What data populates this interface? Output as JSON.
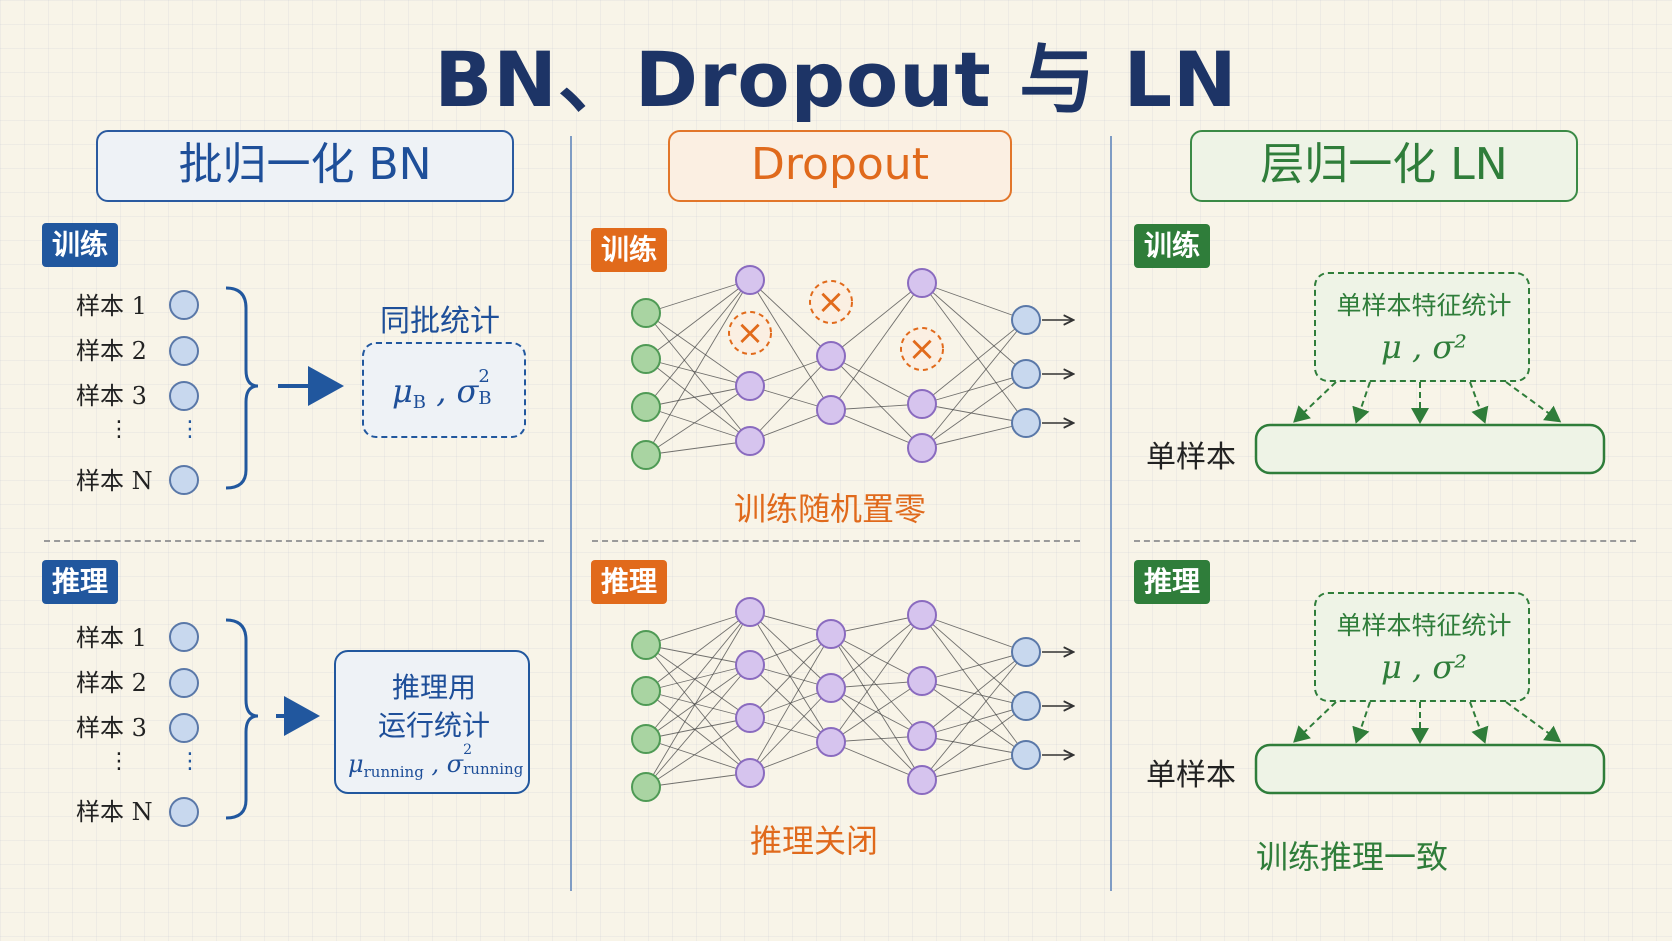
{
  "title": "BN、Dropout 与 LN",
  "columns": {
    "bn": {
      "header": "批归一化 BN",
      "train_badge": "训练",
      "infer_badge": "推理",
      "samples": [
        "样本 1",
        "样本 2",
        "样本 3",
        "样本 N"
      ],
      "vdots": "⋮",
      "train_caption": "同批统计",
      "train_formula_mu": "μ",
      "train_formula_mu_sub": "B",
      "train_formula_sep": " , ",
      "train_formula_sigma": "σ",
      "train_formula_sigma_sub": "B",
      "train_formula_sigma_sup": "2",
      "infer_box_line1": "推理用",
      "infer_box_line2": "运行统计",
      "infer_formula_mu": "μ",
      "infer_formula_mu_sub": "running",
      "infer_formula_sep": " , ",
      "infer_formula_sigma": "σ",
      "infer_formula_sigma_sub": "running",
      "infer_formula_sigma_sup": "2"
    },
    "dropout": {
      "header": "Dropout",
      "train_badge": "训练",
      "infer_badge": "推理",
      "train_caption": "训练随机置零",
      "infer_caption": "推理关闭",
      "drop_mark": "×"
    },
    "ln": {
      "header": "层归一化 LN",
      "train_badge": "训练",
      "infer_badge": "推理",
      "stat_label": "单样本特征统计",
      "formula": "μ , σ²",
      "sample_label": "单样本",
      "ellipsis": "···",
      "infer_caption": "训练推理一致"
    }
  },
  "colors": {
    "bn": "#21579e",
    "dropout": "#e16a1b",
    "ln": "#2f7d3a",
    "title": "#1d3466",
    "node_blue": "#c8d8ee",
    "node_green": "#a9d4a2",
    "node_purple": "#d6c4ee"
  }
}
